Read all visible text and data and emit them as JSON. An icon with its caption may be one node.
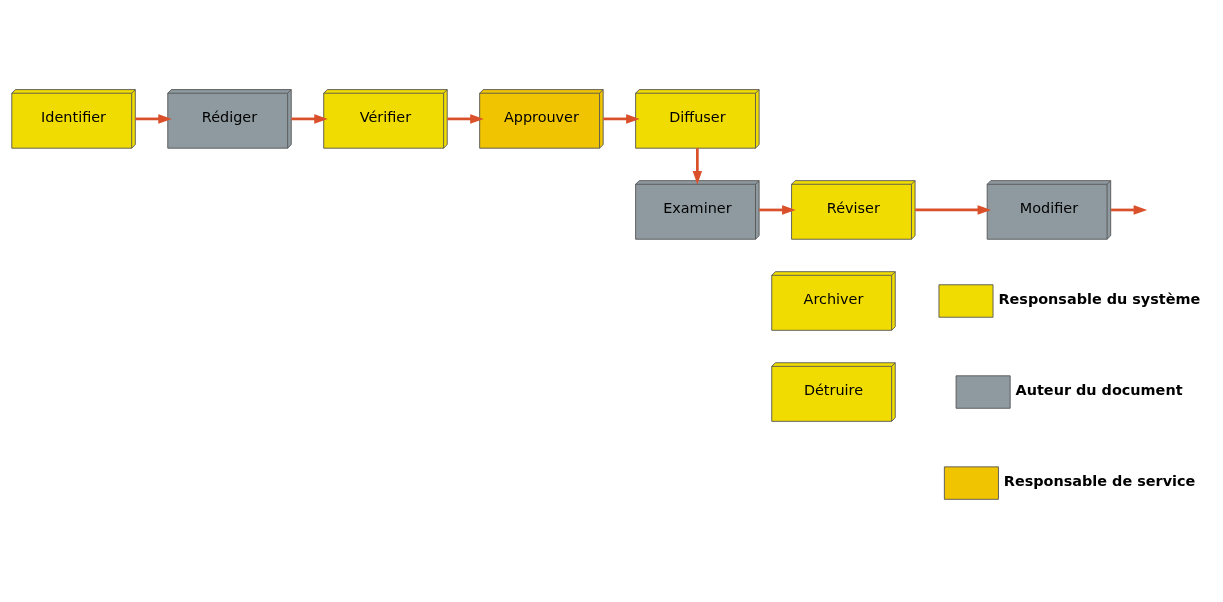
{
  "diagram": {
    "nodes": [
      {
        "text": [
          "Identifier"
        ]
      },
      {
        "text": [
          "Rédiger"
        ]
      },
      {
        "text": [
          "Vérifier"
        ]
      },
      {
        "text": [
          "Approuver"
        ]
      },
      {
        "text": [
          "Diffuser"
        ]
      },
      {
        "text": [
          "Examiner"
        ]
      },
      {
        "text": [
          "Réviser"
        ]
      },
      {
        "text": [
          "Modifier"
        ]
      },
      {
        "text": [
          "Archiver"
        ]
      },
      {
        "text": [
          "Détruire"
        ]
      }
    ],
    "edges": [
      {
        "from": 0,
        "to": 1,
        "arrow": "to"
      },
      {
        "from": 1,
        "to": 2,
        "arrow": "to"
      },
      {
        "from": 2,
        "to": 3,
        "arrow": "to"
      },
      {
        "from": 3,
        "to": 4,
        "arrow": "to"
      },
      {
        "from": 4,
        "to": 5,
        "arrow": "to"
      },
      {
        "from": 5,
        "to": 6,
        "arrow": "to"
      },
      {
        "from": 6,
        "to": 7,
        "arrow": "to"
      },
      {
        "from": 7,
        "to": null,
        "arrow": "to"
      }
    ],
    "legend": [
      {
        "text": "Responsable du système",
        "color": "#f0dc00"
      },
      {
        "text": "Auteur du document",
        "color": "#8e9aa0"
      },
      {
        "text": "Responsable de service",
        "color": "#f0c400"
      }
    ]
  }
}
